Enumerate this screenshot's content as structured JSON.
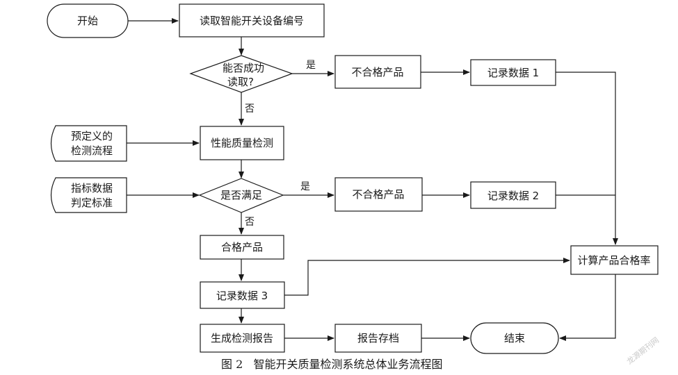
{
  "nodes": {
    "start": "开始",
    "read": "读取智能开关设备编号",
    "can_read": [
      "能否成功",
      "读取?"
    ],
    "bad1": "不合格产品",
    "rec1": "记录数据 1",
    "predefined": [
      "预定义的",
      "检测流程"
    ],
    "quality": "性能质量检测",
    "standard": [
      "指标数据",
      "判定标准"
    ],
    "satisfy": "是否满足",
    "bad2": "不合格产品",
    "rec2": "记录数据 2",
    "good": "合格产品",
    "rec3": "记录数据 3",
    "rate": "计算产品合格率",
    "report": "生成检测报告",
    "archive": "报告存档",
    "end": "结束"
  },
  "edges": {
    "yes1": "是",
    "no1": "否",
    "yes2": "是",
    "no2": "否"
  },
  "caption": "图 2   智能开关质量检测系统总体业务流程图",
  "watermark": "龙源期刊网"
}
